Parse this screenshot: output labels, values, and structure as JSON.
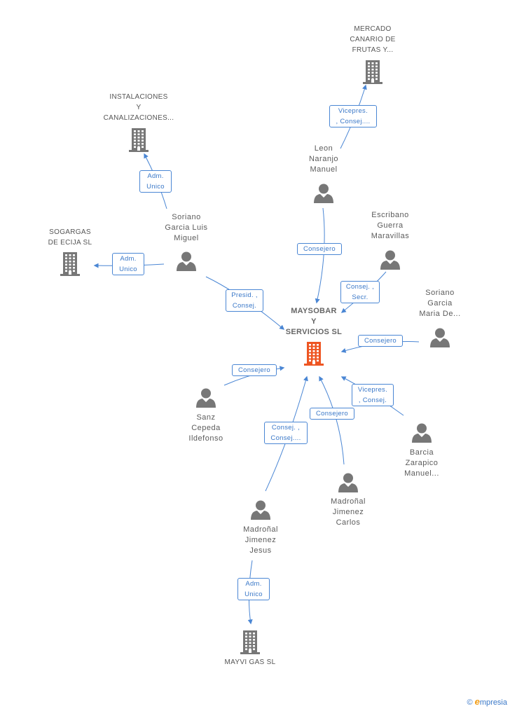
{
  "center": {
    "label": [
      "MAYSOBAR",
      "Y",
      "SERVICIOS SL"
    ],
    "color": "#ee5522"
  },
  "companies": [
    {
      "id": "mercado",
      "label": [
        "MERCADO",
        "CANARIO DE",
        "FRUTAS Y..."
      ]
    },
    {
      "id": "instalaciones",
      "label": [
        "INSTALACIONES",
        "Y",
        "CANALIZACIONES..."
      ]
    },
    {
      "id": "sogargas",
      "label": [
        "SOGARGAS",
        "DE ECIJA SL"
      ]
    },
    {
      "id": "mayvigas",
      "label": [
        "MAYVI GAS SL"
      ]
    }
  ],
  "persons": [
    {
      "id": "leon",
      "label": [
        "Leon",
        "Naranjo",
        "Manuel"
      ]
    },
    {
      "id": "soriano_luis",
      "label": [
        "Soriano",
        "Garcia Luis",
        "Miguel"
      ]
    },
    {
      "id": "escribano",
      "label": [
        "Escribano",
        "Guerra",
        "Maravillas"
      ]
    },
    {
      "id": "soriano_maria",
      "label": [
        "Soriano",
        "Garcia",
        "Maria De..."
      ]
    },
    {
      "id": "sanz",
      "label": [
        "Sanz",
        "Cepeda",
        "Ildefonso"
      ]
    },
    {
      "id": "barcia",
      "label": [
        "Barcia",
        "Zarapico",
        "Manuel..."
      ]
    },
    {
      "id": "madronal_carlos",
      "label": [
        "Madroñal",
        "Jimenez",
        "Carlos"
      ]
    },
    {
      "id": "madronal_jesus",
      "label": [
        "Madroñal",
        "Jimenez",
        "Jesus"
      ]
    }
  ],
  "relations": [
    {
      "id": "leon_mercado",
      "label": [
        "Vicepres.",
        ", Consej...."
      ]
    },
    {
      "id": "luis_instalaciones",
      "label": [
        "Adm.",
        "Unico"
      ]
    },
    {
      "id": "luis_sogargas",
      "label": [
        "Adm.",
        "Unico"
      ]
    },
    {
      "id": "leon_center",
      "label": [
        "Consejero"
      ]
    },
    {
      "id": "luis_center",
      "label": [
        "Presid. ,",
        "Consej."
      ]
    },
    {
      "id": "escribano_center",
      "label": [
        "Consej. ,",
        "Secr."
      ]
    },
    {
      "id": "maria_center",
      "label": [
        "Consejero"
      ]
    },
    {
      "id": "sanz_center",
      "label": [
        "Consejero"
      ]
    },
    {
      "id": "barcia_center",
      "label": [
        "Vicepres.",
        ", Consej."
      ]
    },
    {
      "id": "carlos_center",
      "label": [
        "Consejero"
      ]
    },
    {
      "id": "jesus_center",
      "label": [
        "Consej. ,",
        "Consej...."
      ]
    },
    {
      "id": "jesus_mayvigas",
      "label": [
        "Adm.",
        "Unico"
      ]
    }
  ],
  "colors": {
    "edge": "#4a86d4",
    "icon": "#777777",
    "footer_accent": "#f39c12"
  },
  "footer": {
    "copyright": "©",
    "brand_initial": "e",
    "brand_rest": "mpresia"
  }
}
